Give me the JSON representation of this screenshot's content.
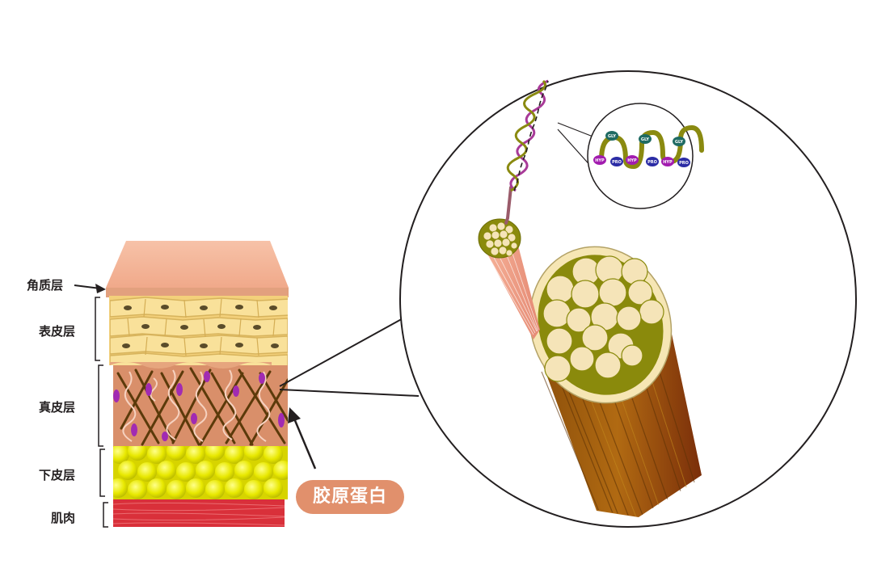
{
  "layers": [
    {
      "id": "stratum-corneum",
      "label": "角质层"
    },
    {
      "id": "epidermis",
      "label": "表皮层"
    },
    {
      "id": "dermis",
      "label": "真皮层"
    },
    {
      "id": "subcutis",
      "label": "下皮层"
    },
    {
      "id": "muscle",
      "label": "肌肉"
    }
  ],
  "callout": {
    "label": "胶原蛋白"
  },
  "amino_acids": {
    "gly": "GLY",
    "hyp": "HYP",
    "pro": "PRO"
  },
  "colors": {
    "callout_bg": "#e1906c",
    "epidermis": "#f6dc8c",
    "dermis": "#d98f6a",
    "fat": "#e6e600",
    "muscle": "#d9303a",
    "fiber_outer": "#9a5a10",
    "fiber_ring": "#8a8a0c",
    "fibril_fill": "#f5e4b8",
    "gly": "#1f6b63",
    "hyp": "#a21caf",
    "pro": "#2b2ca5",
    "helix_magenta": "#a83a98",
    "helix_olive": "#8a8a10"
  }
}
